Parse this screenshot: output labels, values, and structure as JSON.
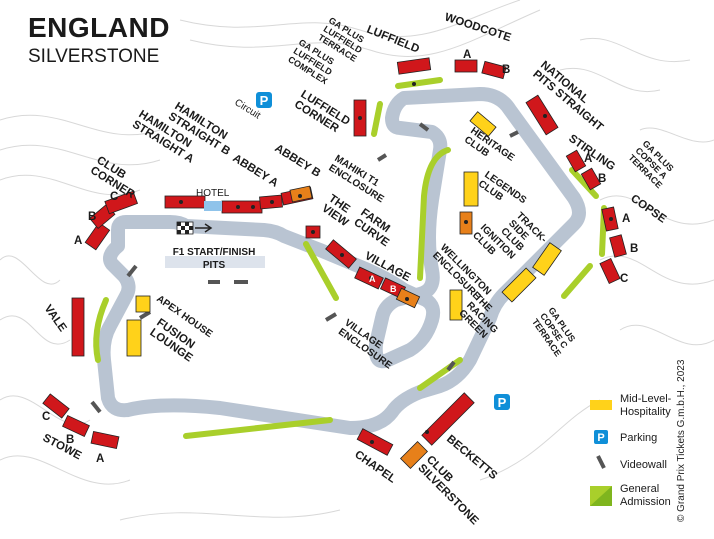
{
  "header": {
    "title": "ENGLAND",
    "subtitle": "SILVERSTONE"
  },
  "colors": {
    "track": "#b9c4d2",
    "grandstand": "#d0171b",
    "enclosure": "#e7801a",
    "hospitality": "#ffd21a",
    "parking": "#0f8fd8",
    "videowall": "#555555",
    "general_admission": "#a9cf2b",
    "hotel": "#8fc3ea"
  },
  "labels": {
    "luffield": "LUFFIELD",
    "woodcote": "WOODCOTE",
    "ga_luffield_terrace": [
      "GA PLUS",
      "LUFFIELD",
      "TERRACE"
    ],
    "ga_luffield_complex": [
      "GA PLUS",
      "LUFFIELD",
      "COMPLEX"
    ],
    "national_pits_straight": [
      "NATIONAL",
      "PITS STRAIGHT"
    ],
    "circuit": "Circuit",
    "luffield_corner": [
      "LUFFIELD",
      "CORNER"
    ],
    "hamilton_b": [
      "HAMILTON",
      "STRAIGHT B"
    ],
    "hamilton_a": [
      "HAMILTON",
      "STRAIGHT A"
    ],
    "club_corner": [
      "CLUB",
      "CORNER"
    ],
    "abbey_a": "ABBEY A",
    "abbey_b": "ABBEY B",
    "mahiki": [
      "MAHIKI T1",
      "ENCLOSURE"
    ],
    "hotel": "HOTEL",
    "heritage_club": [
      "HERITAGE",
      "CLUB"
    ],
    "legends_club": [
      "LEGENDS",
      "CLUB"
    ],
    "stirling": "STIRLING",
    "ga_copse_a": [
      "GA PLUS",
      "COPSE A",
      "TERRACE"
    ],
    "copse": "COPSE",
    "the_view": [
      "THE",
      "VIEW"
    ],
    "farm_curve": [
      "FARM",
      "CURVE"
    ],
    "trackside_club": [
      "TRACK-",
      "SIDE",
      "CLUB"
    ],
    "ignition_club": [
      "IGNITION",
      "CLUB"
    ],
    "village": "VILLAGE",
    "f1_start": [
      "F1 START/FINISH",
      "PITS"
    ],
    "wellington": [
      "WELLINGTON",
      "ENCLOSURE"
    ],
    "racing_green": [
      "THE",
      "RACING",
      "GREEN"
    ],
    "ga_copse_c": [
      "GA PLUS",
      "COPSE C",
      "TERRACE"
    ],
    "vale": "VALE",
    "apex_house": "APEX HOUSE",
    "fusion_lounge": [
      "FUSION",
      "LOUNGE"
    ],
    "village_enclosure": [
      "VILLAGE",
      "ENCLOSURE"
    ],
    "stowe": "STOWE",
    "chapel": "CHAPEL",
    "club_silverstone": [
      "CLUB",
      "SILVERSTONE"
    ],
    "becketts": "BECKETTS",
    "section_a": "A",
    "section_b": "B",
    "section_c": "C",
    "parking_glyph": "P"
  },
  "legend": [
    {
      "label": [
        "Mid-Level-",
        "Hospitality"
      ],
      "type": "hospitality"
    },
    {
      "label": [
        "Parking"
      ],
      "type": "parking"
    },
    {
      "label": [
        "Videowall"
      ],
      "type": "videowall"
    },
    {
      "label": [
        "General",
        "Admission"
      ],
      "type": "general_admission"
    }
  ],
  "copyright": "© Grand Prix Tickets G.m.b.H., 2023"
}
